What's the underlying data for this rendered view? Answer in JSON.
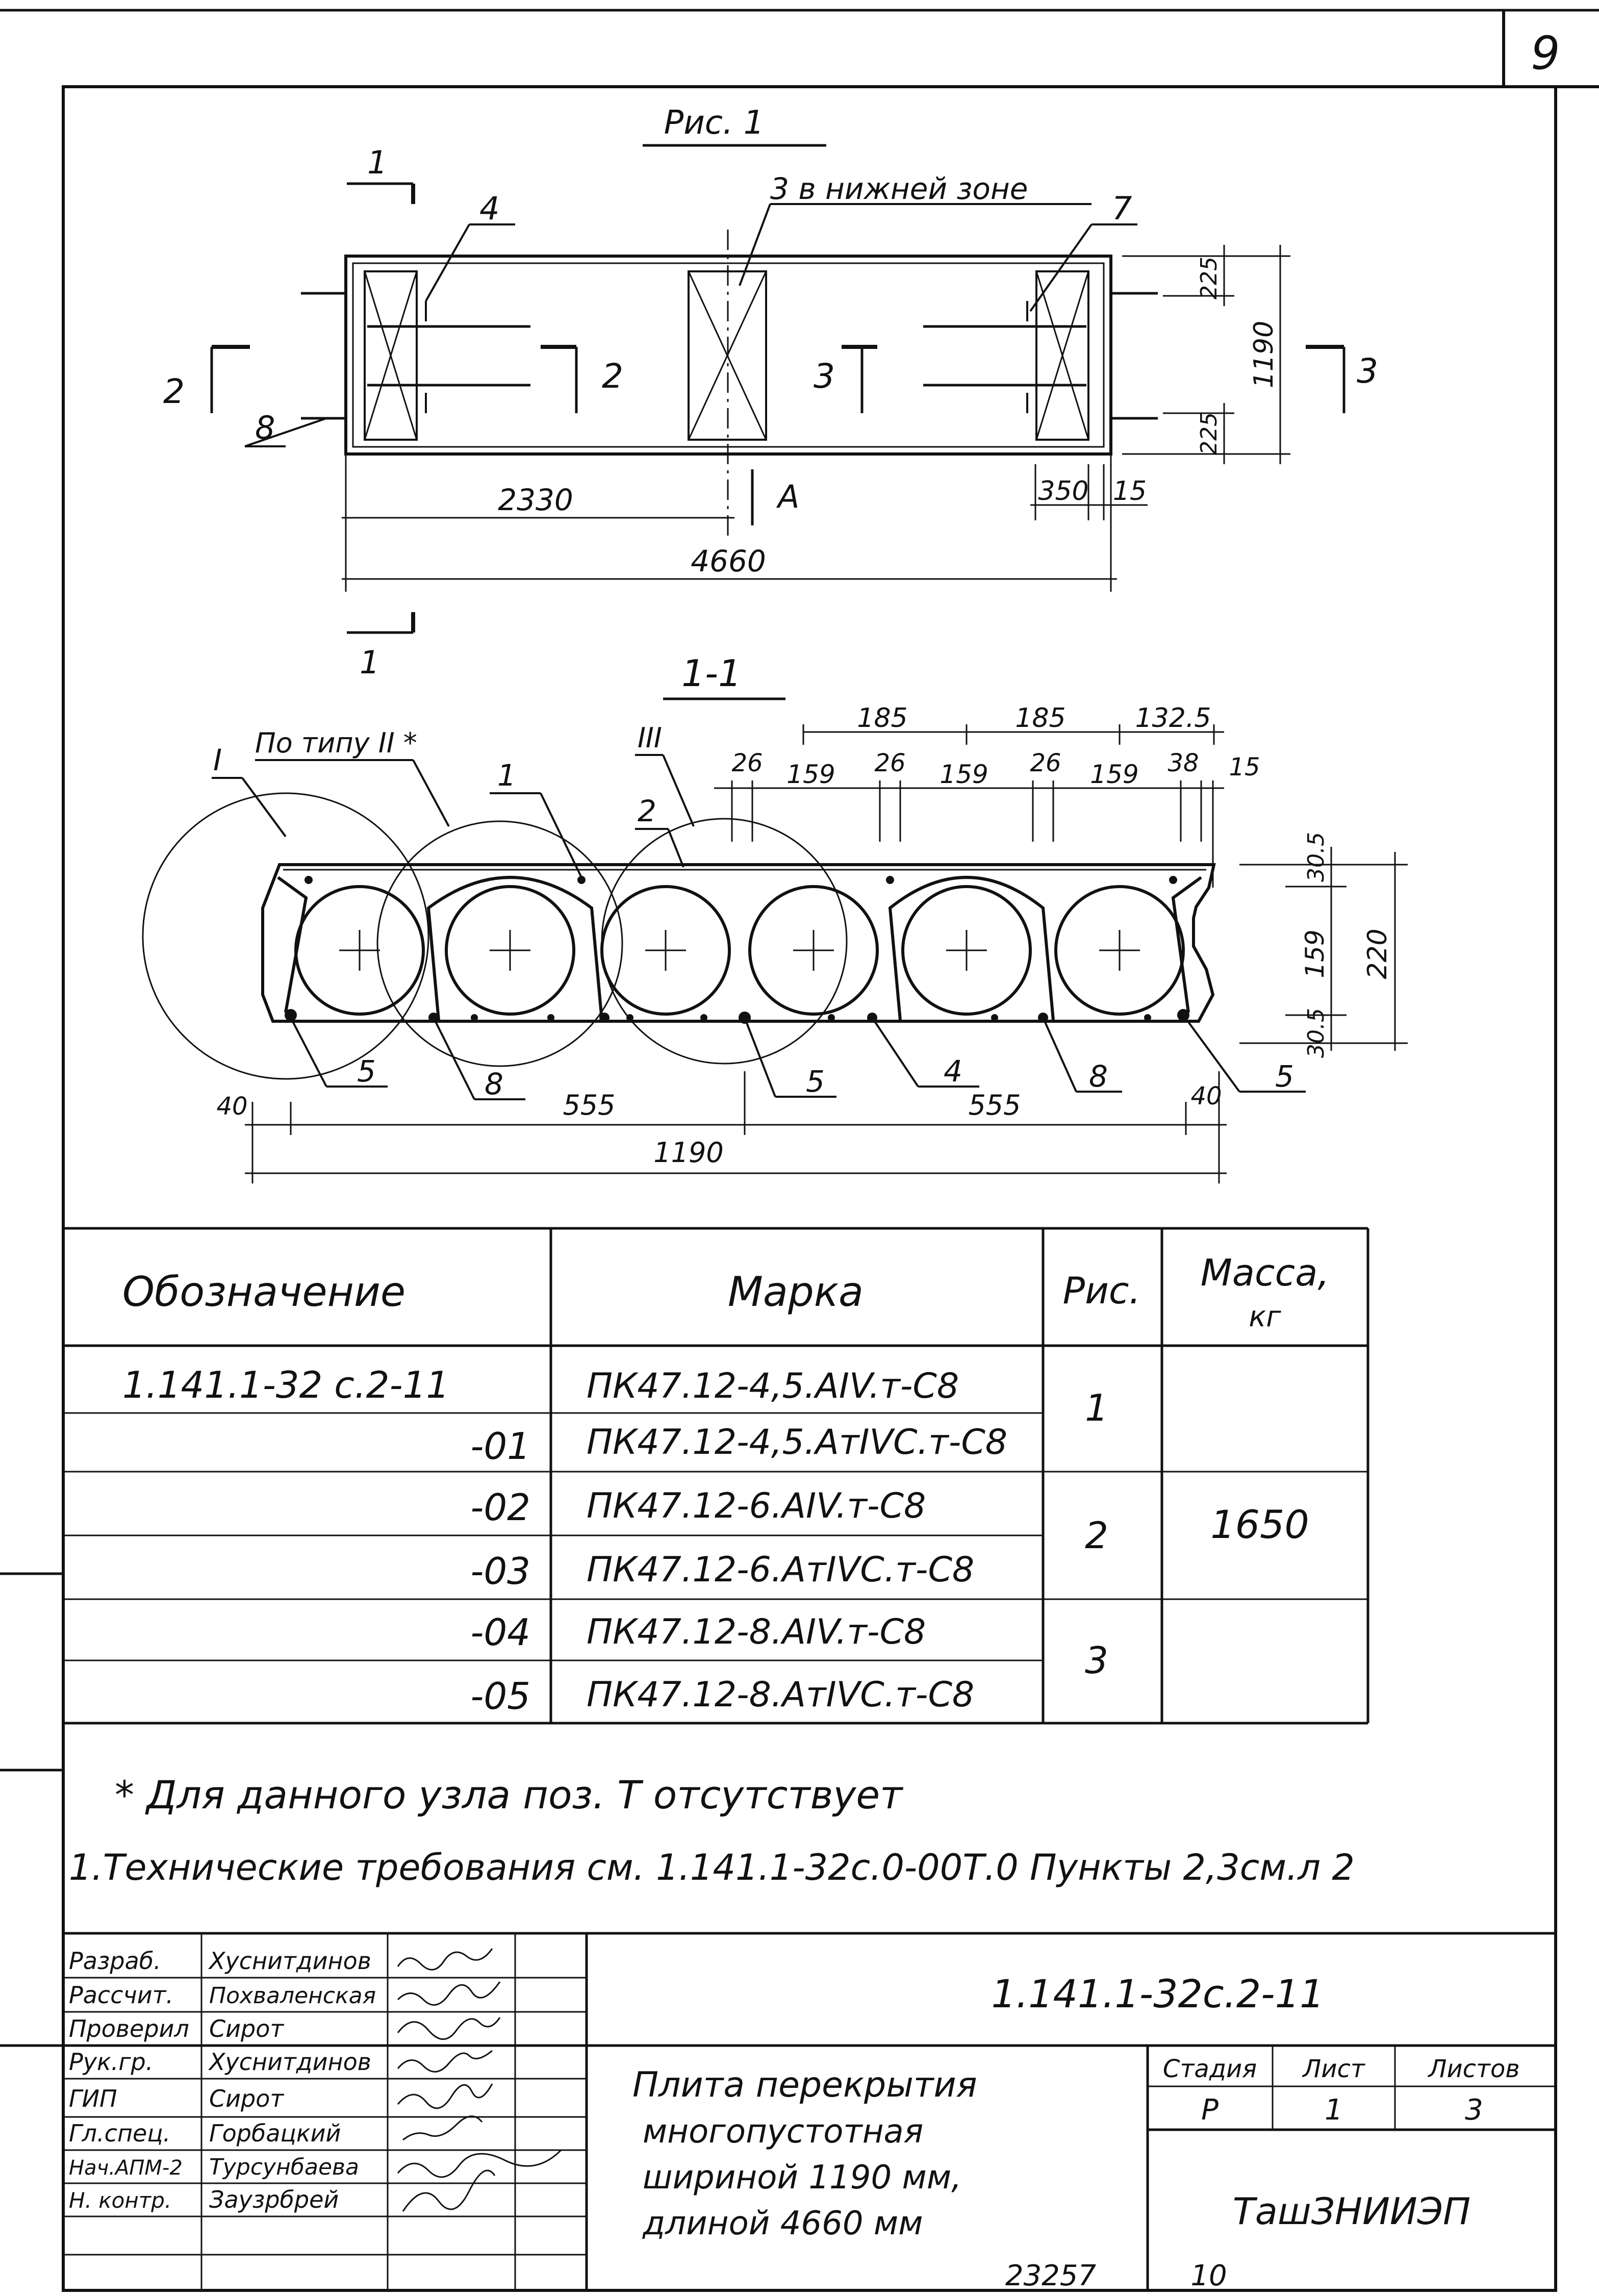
{
  "sheet_number": "9",
  "fig1": {
    "title": "Рис. 1",
    "note_bottom_zone": "3 в нижней зоне",
    "lead_4": "4",
    "lead_7": "7",
    "lead_8": "8",
    "sec_1": "1",
    "sec_2": "2",
    "sec_3": "3",
    "view_a": "А",
    "dim_2330": "2330",
    "dim_4660": "4660",
    "dim_350": "350",
    "dim_15": "15",
    "dim_225_top": "225",
    "dim_225_bot": "225",
    "dim_1190_v": "1190"
  },
  "section": {
    "title": "1-1",
    "node_I": "I",
    "node_II_note": "По типу II *",
    "node_III": "III",
    "lead_1": "1",
    "lead_2": "2",
    "lead_4": "4",
    "lead_5a": "5",
    "lead_5b": "5",
    "lead_5c": "5",
    "lead_8a": "8",
    "lead_8b": "8",
    "dim_185a": "185",
    "dim_185b": "185",
    "dim_132_5": "132.5",
    "dim_26a": "26",
    "dim_159a": "159",
    "dim_26b": "26",
    "dim_159b": "159",
    "dim_26c": "26",
    "dim_159c": "159",
    "dim_38": "38",
    "dim_15": "15",
    "dim_30_5a": "30.5",
    "dim_159_v": "159",
    "dim_30_5b": "30.5",
    "dim_220": "220",
    "dim_40a": "40",
    "dim_555a": "555",
    "dim_555b": "555",
    "dim_40b": "40",
    "dim_1190": "1190"
  },
  "spec_table": {
    "headers": {
      "designation": "Обозначение",
      "mark": "Марка",
      "fig": "Рис.",
      "mass": "Масса,",
      "mass_unit": "кг"
    },
    "rows": [
      {
        "designation": "1.141.1-32 с.2-11",
        "mark": "ПК47.12-4,5.АIV.т-С8"
      },
      {
        "designation": "-01",
        "mark": "ПК47.12-4,5.АтIVС.т-С8"
      },
      {
        "designation": "-02",
        "mark": "ПК47.12-6.АIV.т-С8"
      },
      {
        "designation": "-03",
        "mark": "ПК47.12-6.АтIVС.т-С8"
      },
      {
        "designation": "-04",
        "mark": "ПК47.12-8.АIV.т-С8"
      },
      {
        "designation": "-05",
        "mark": "ПК47.12-8.АтIVС.т-С8"
      }
    ],
    "figs": [
      "1",
      "2",
      "3"
    ],
    "mass": "1650"
  },
  "notes": {
    "note_star": "* Для данного узла поз. Т отсутствует",
    "note_1": "1.Технические требования см. 1.141.1-32с.0-00Т.0 Пункты 2,3см.л 2"
  },
  "title_block": {
    "people": [
      {
        "role": "Разраб.",
        "name": "Хуснитдинов"
      },
      {
        "role": "Рассчит.",
        "name": "Похваленская"
      },
      {
        "role": "Проверил",
        "name": "Сирот"
      },
      {
        "role": "Рук.гр.",
        "name": "Хуснитдинов"
      },
      {
        "role": "ГИП",
        "name": "Сирот"
      },
      {
        "role": "Гл.спец.",
        "name": "Горбацкий"
      },
      {
        "role": "Нач.АПМ-2",
        "name": "Турсунбаева"
      },
      {
        "role": "Н. контр.",
        "name": "Заузрбрей"
      }
    ],
    "doc_code": "1.141.1-32с.2-11",
    "title_lines": [
      "Плита перекрытия",
      "многопустотная",
      "шириной 1190 мм,",
      "длиной 4660 мм"
    ],
    "stage_label": "Стадия",
    "sheet_label": "Лист",
    "sheets_label": "Листов",
    "stage": "Р",
    "sheet": "1",
    "sheets": "3",
    "org": "ТашЗНИИЭП"
  },
  "footer": {
    "inv_number": "23257",
    "page": "10"
  }
}
